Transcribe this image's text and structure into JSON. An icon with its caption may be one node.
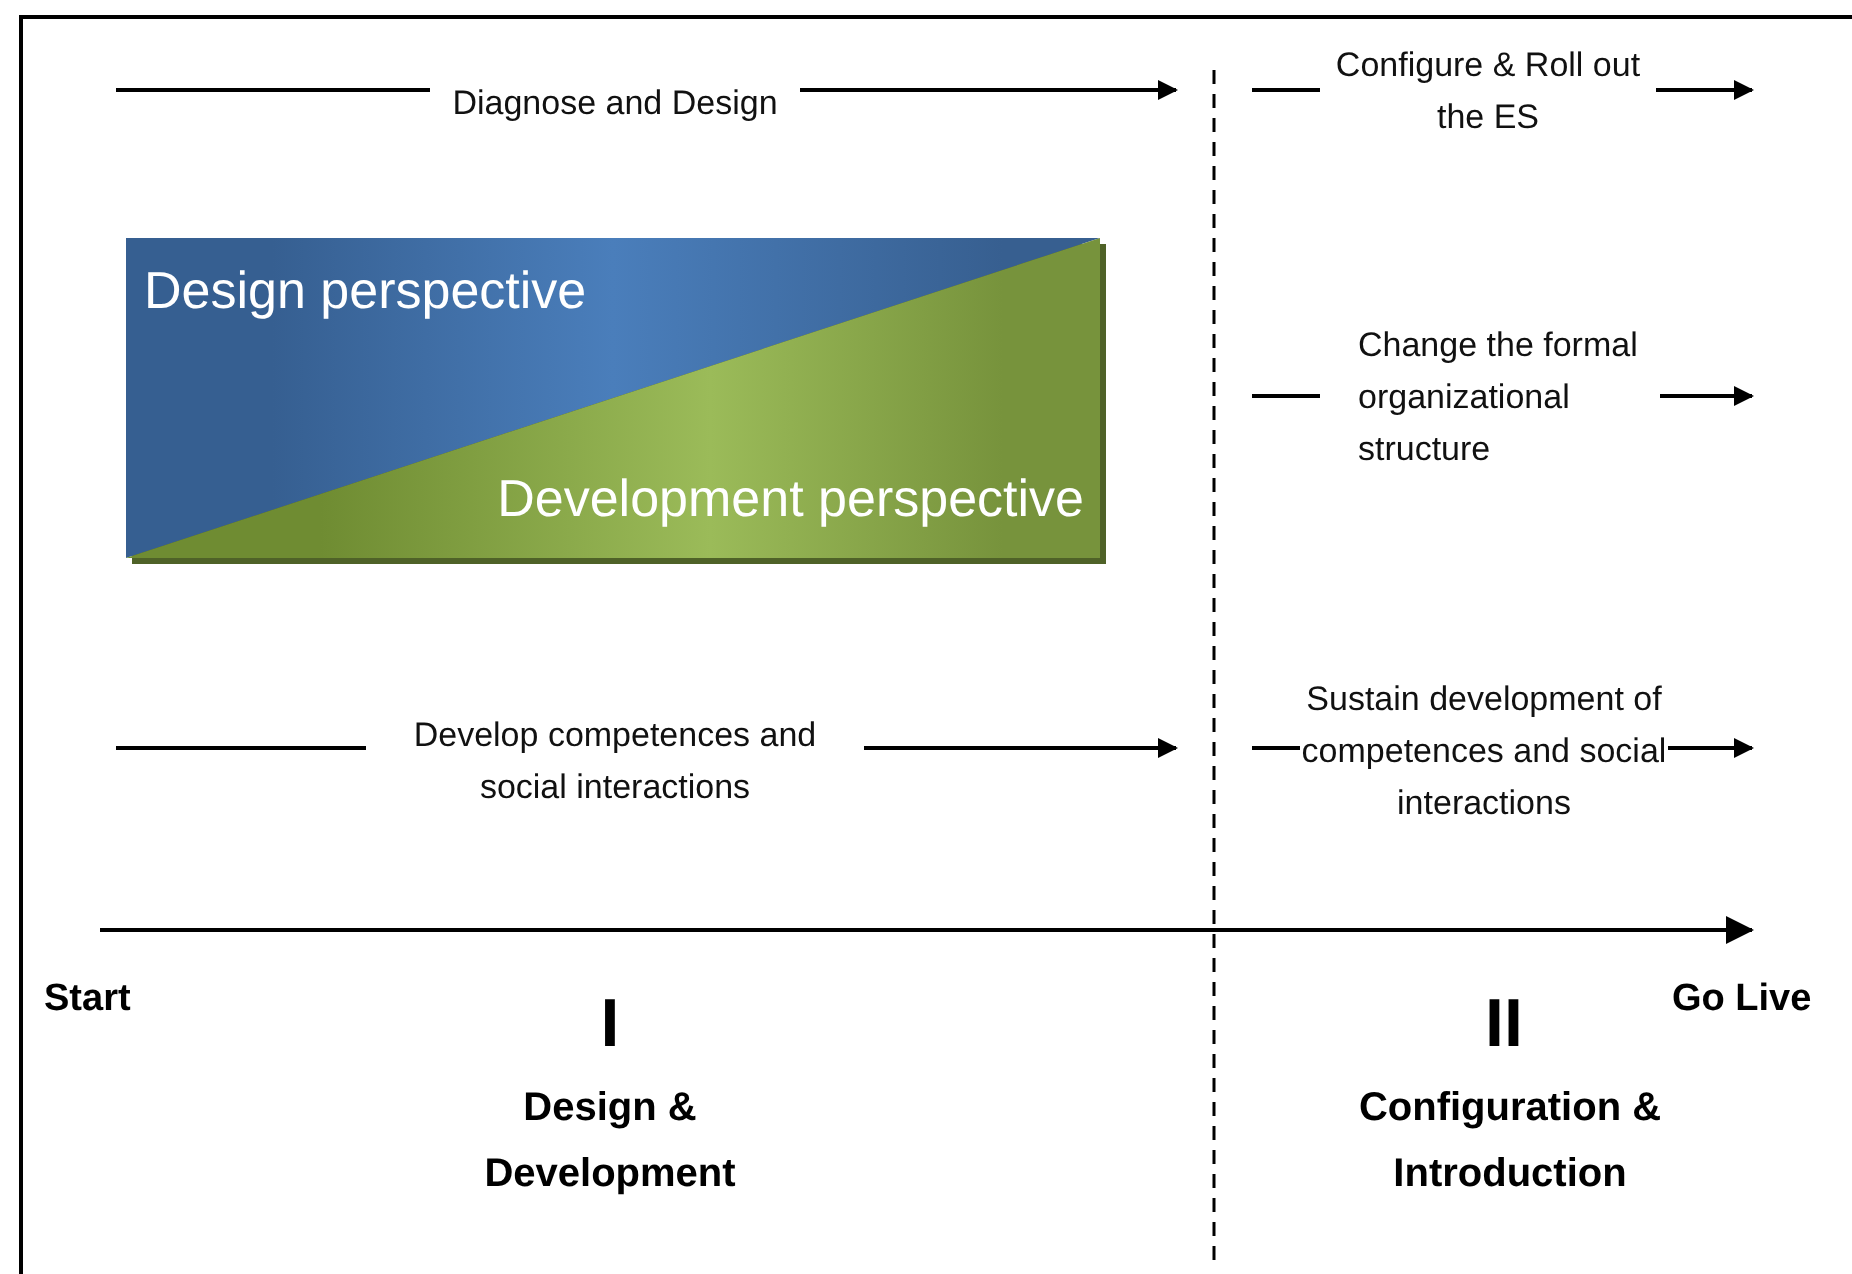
{
  "diagram": {
    "nodes": [
      {
        "text": [
          "Diagnose and Design"
        ]
      },
      {
        "text": [
          "Configure & Roll out the ES"
        ]
      },
      {
        "text": [
          "Design perspective",
          "Development perspective"
        ]
      },
      {
        "text": [
          "Change the formal organizational structure"
        ]
      },
      {
        "text": [
          "Develop competences and social interactions"
        ]
      },
      {
        "text": [
          "Sustain development of competences and social interactions"
        ]
      }
    ],
    "edges": [
      {
        "from": null,
        "to": 0,
        "arrow": "none"
      },
      {
        "from": 0,
        "to": null,
        "arrow": "to"
      },
      {
        "from": null,
        "to": 1,
        "arrow": "none"
      },
      {
        "from": 1,
        "to": null,
        "arrow": "to"
      },
      {
        "from": null,
        "to": 3,
        "arrow": "none"
      },
      {
        "from": 3,
        "to": null,
        "arrow": "to"
      },
      {
        "from": null,
        "to": 4,
        "arrow": "none"
      },
      {
        "from": 4,
        "to": null,
        "arrow": "to"
      },
      {
        "from": null,
        "to": 5,
        "arrow": "none"
      },
      {
        "from": 5,
        "to": null,
        "arrow": "to"
      }
    ],
    "labels": [
      "Start",
      "Go Live",
      "I",
      "Design & Development",
      "II",
      "Configuration & Introduction"
    ]
  }
}
